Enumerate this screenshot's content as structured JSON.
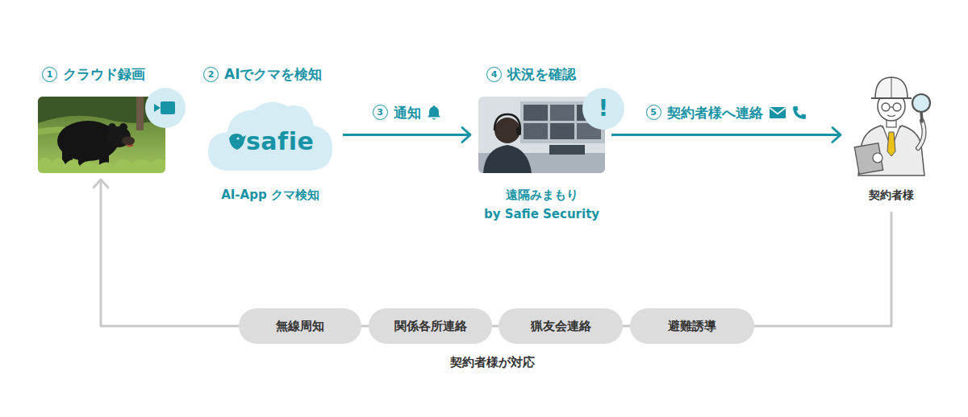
{
  "diagram": {
    "nodes": [
      {
        "text": [
          "1",
          "クラウド録画"
        ]
      },
      {
        "text": [
          "2",
          "AIでクマを検知",
          "safie",
          "AI-App クマ検知"
        ]
      },
      {
        "text": [
          "4",
          "状況を確認",
          "!",
          "遠隔みまもり",
          "by Safie Security"
        ]
      },
      {
        "text": [
          "契約者様"
        ]
      },
      {
        "text": [
          "無線周知"
        ]
      },
      {
        "text": [
          "関係各所連絡"
        ]
      },
      {
        "text": [
          "猟友会連絡"
        ]
      },
      {
        "text": [
          "避難誘導"
        ]
      }
    ],
    "edges": [
      {
        "from": 1,
        "to": 2,
        "label": "通知",
        "arrow": "to"
      },
      {
        "from": 2,
        "to": 3,
        "label": "契約者様へ連絡",
        "arrow": "to"
      },
      {
        "from": 3,
        "to": 7,
        "arrow": "none"
      },
      {
        "from": 7,
        "to": 6,
        "arrow": "none"
      },
      {
        "from": 6,
        "to": 5,
        "arrow": "none"
      },
      {
        "from": 5,
        "to": 4,
        "arrow": "none"
      },
      {
        "from": 4,
        "to": 0,
        "arrow": "to"
      }
    ],
    "labels": [
      "3",
      "5",
      "契約者様が対応"
    ]
  }
}
